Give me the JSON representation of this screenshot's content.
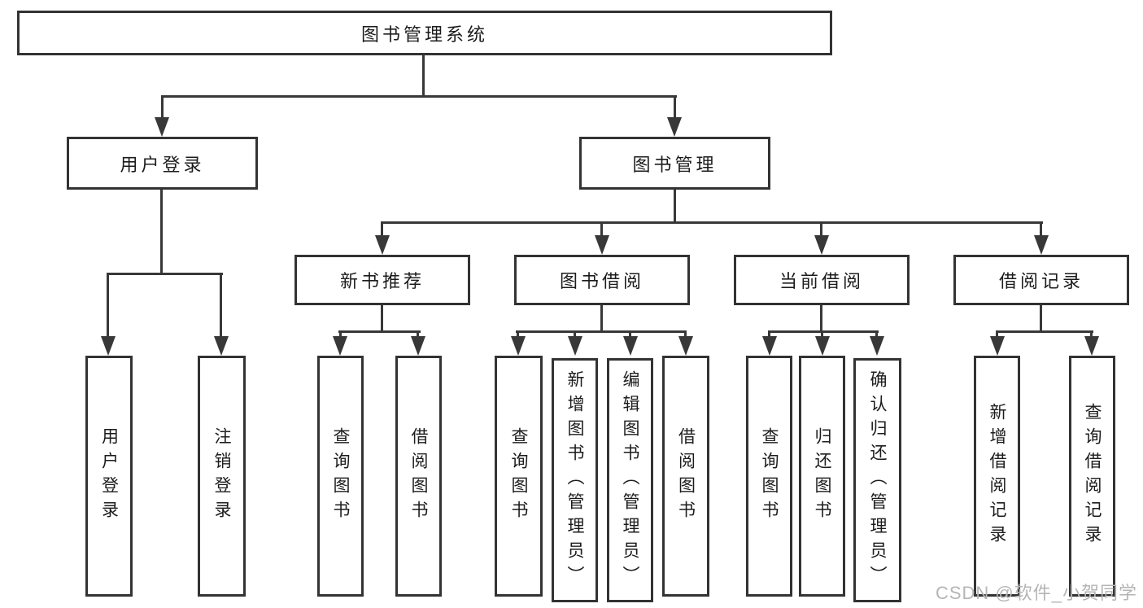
{
  "tree": {
    "label": "图书管理系统",
    "children": [
      {
        "label": "用户登录",
        "children": [
          {
            "label": "用户登录"
          },
          {
            "label": "注销登录"
          }
        ]
      },
      {
        "label": "图书管理",
        "children": [
          {
            "label": "新书推荐",
            "children": [
              {
                "label": "查询图书"
              },
              {
                "label": "借阅图书"
              }
            ]
          },
          {
            "label": "图书借阅",
            "children": [
              {
                "label": "查询图书"
              },
              {
                "label": "新增图书（管理员）"
              },
              {
                "label": "编辑图书（管理员）"
              },
              {
                "label": "借阅图书"
              }
            ]
          },
          {
            "label": "当前借阅",
            "children": [
              {
                "label": "查询图书"
              },
              {
                "label": "归还图书"
              },
              {
                "label": "确认归还（管理员）"
              }
            ]
          },
          {
            "label": "借阅记录",
            "children": [
              {
                "label": "新增借阅记录"
              },
              {
                "label": "查询借阅记录"
              }
            ]
          }
        ]
      }
    ]
  },
  "watermark": {
    "text": "CSDN @软件_小贺同学"
  },
  "colors": {
    "line": "#383838",
    "box_border": "#333333",
    "text": "#1c1c1c",
    "watermark": "#b5b5b5",
    "background": "#ffffff"
  }
}
